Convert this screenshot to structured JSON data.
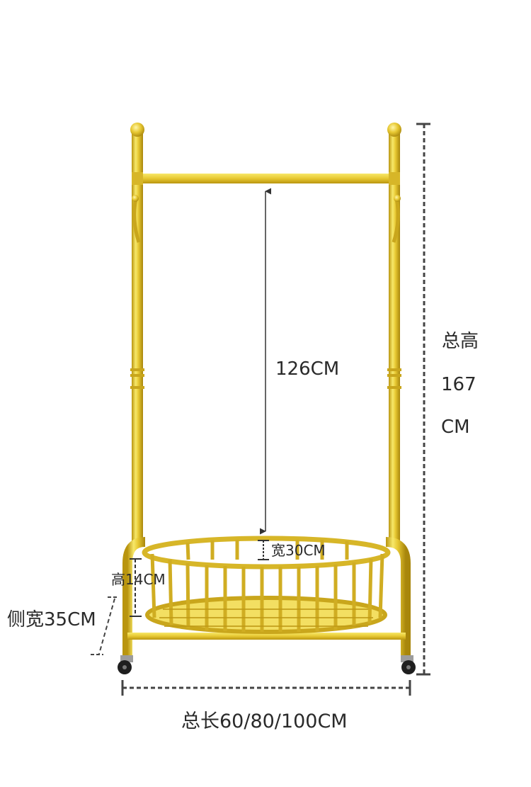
{
  "labels": {
    "inner_height": "126CM",
    "basket_width": "宽30CM",
    "basket_height": "高14CM",
    "side_width": "侧宽35CM",
    "total_length": "总长60/80/100CM",
    "total_height_line1": "总高",
    "total_height_line2": "167",
    "total_height_line3": "CM"
  },
  "colors": {
    "gold_light": "#f7e86a",
    "gold_mid": "#e7c832",
    "gold_dark": "#b9950f",
    "dimension_line": "#555555",
    "wheel": "#1e1e1e"
  }
}
